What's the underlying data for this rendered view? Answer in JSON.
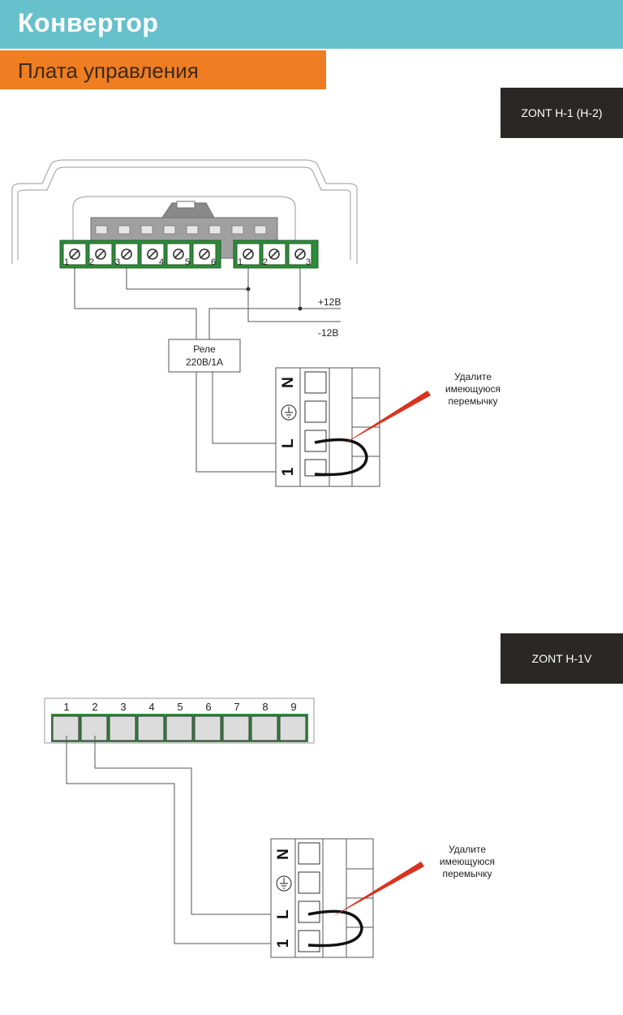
{
  "header": {
    "title": "Конвертор"
  },
  "section": {
    "title": "Плата управления"
  },
  "diagram1": {
    "badge": "ZONT H-1 (H-2)",
    "terminals_left": [
      "1",
      "2",
      "3",
      "4",
      "5",
      "6"
    ],
    "terminals_right": [
      "1",
      "2",
      "3"
    ],
    "plus_label": "+12В",
    "minus_label": "-12В",
    "relay_line1": "Реле",
    "relay_line2": "220В/1А",
    "block_labels": [
      "N",
      "L",
      "1"
    ],
    "note_line1": "Удалите",
    "note_line2": "имеющуюся",
    "note_line3": "перемычку"
  },
  "diagram2": {
    "badge": "ZONT H-1V",
    "terminals": [
      "1",
      "2",
      "3",
      "4",
      "5",
      "6",
      "7",
      "8",
      "9"
    ],
    "block_labels": [
      "N",
      "L",
      "1"
    ],
    "note_line1": "Удалите",
    "note_line2": "имеющуюся",
    "note_line3": "перемычку"
  },
  "colors": {
    "header": "#67c1cc",
    "section": "#ef7d22",
    "badge": "#2b2727",
    "terminal_green": "#2e8b3a",
    "pointer_red": "#d9331f"
  }
}
